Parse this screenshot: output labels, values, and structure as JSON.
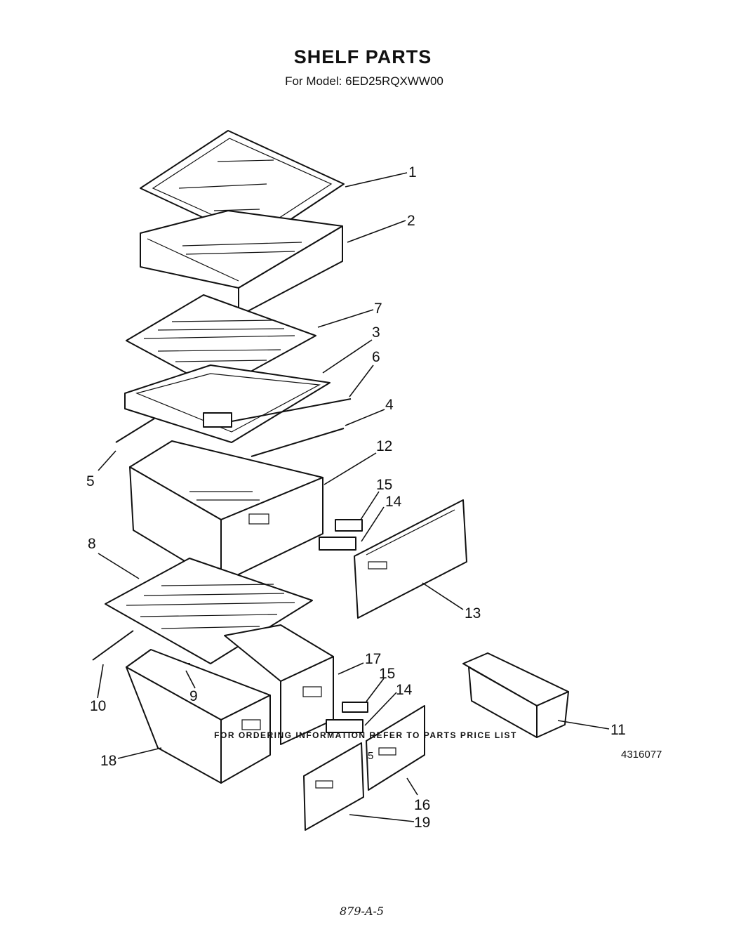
{
  "header": {
    "title": "SHELF PARTS",
    "subtitle": "For Model: 6ED25RQXWW00"
  },
  "callouts": [
    "1",
    "2",
    "7",
    "3",
    "6",
    "4",
    "5",
    "12",
    "15",
    "14",
    "8",
    "13",
    "17",
    "15",
    "14",
    "10",
    "9",
    "11",
    "18",
    "16",
    "19"
  ],
  "footer": {
    "ordering_note": "FOR ORDERING INFORMATION REFER TO PARTS PRICE LIST",
    "page_number": "5",
    "document_number": "4316077",
    "handwritten_code": "879-A-5"
  }
}
